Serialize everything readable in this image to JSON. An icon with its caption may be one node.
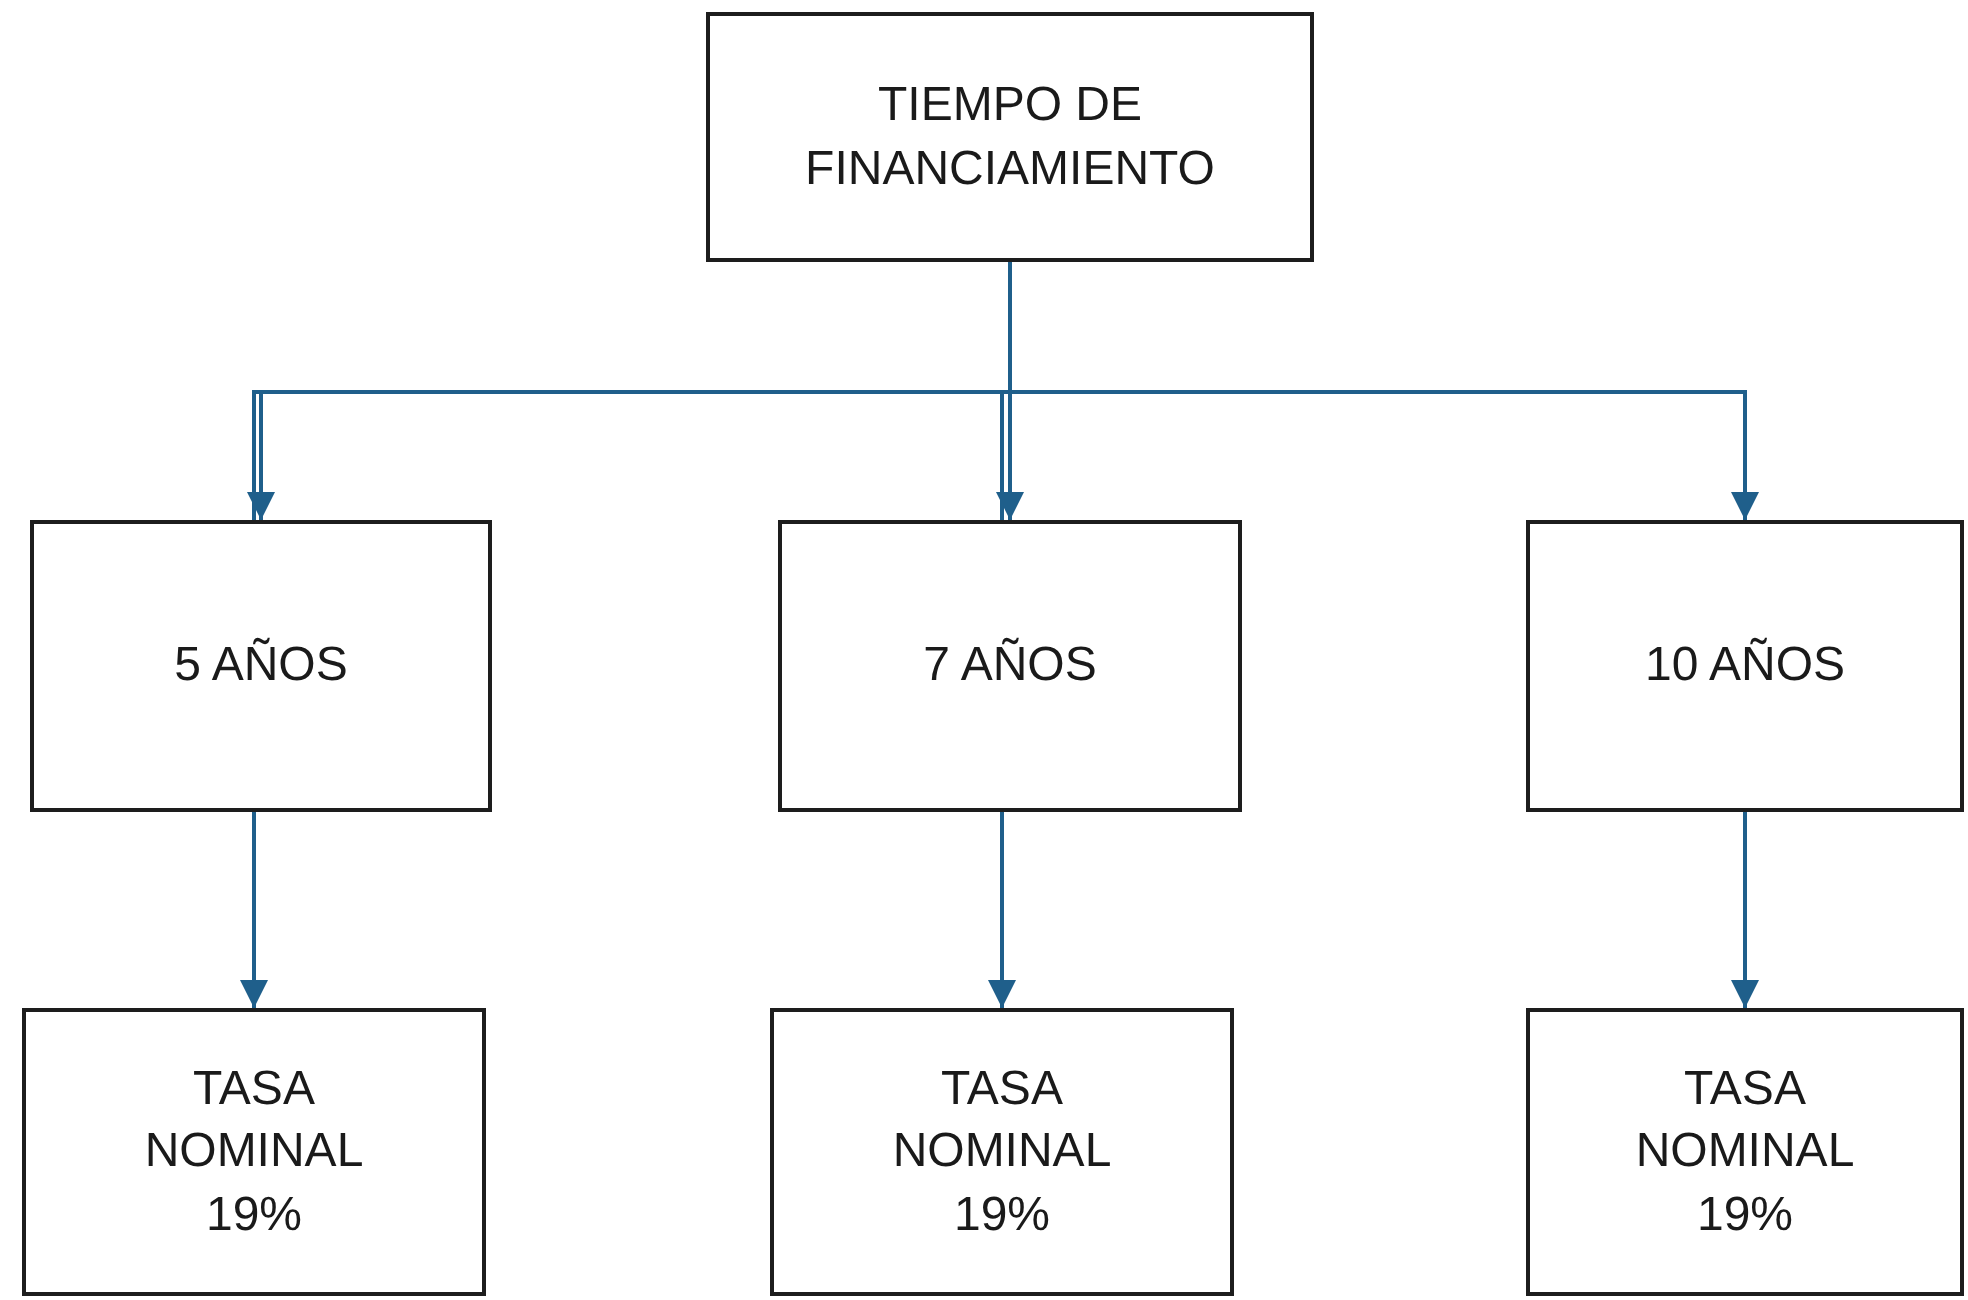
{
  "diagram": {
    "nodes": [
      {
        "text": [
          "TIEMPO DE FINANCIAMIENTO"
        ]
      },
      {
        "text": [
          "5 AÑOS"
        ]
      },
      {
        "text": [
          "7 AÑOS"
        ]
      },
      {
        "text": [
          "10 AÑOS"
        ]
      },
      {
        "text": [
          "TASA NOMINAL 19%"
        ]
      },
      {
        "text": [
          "TASA NOMINAL 19%"
        ]
      },
      {
        "text": [
          "TASA NOMINAL 19%"
        ]
      }
    ],
    "edges": [
      {
        "from": 0,
        "to": 1,
        "arrow": "to"
      },
      {
        "from": 0,
        "to": 2,
        "arrow": "to"
      },
      {
        "from": 0,
        "to": 3,
        "arrow": "to"
      },
      {
        "from": 1,
        "to": 4,
        "arrow": "to"
      },
      {
        "from": 2,
        "to": 5,
        "arrow": "to"
      },
      {
        "from": 3,
        "to": 6,
        "arrow": "to"
      }
    ]
  }
}
